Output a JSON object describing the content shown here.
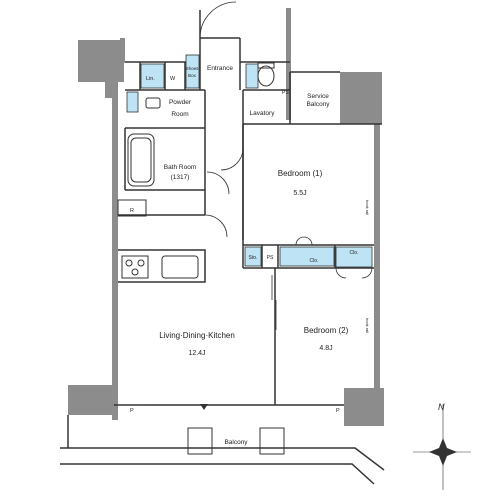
{
  "rooms": {
    "entrance": "Entrance",
    "powder_room": "Powder\nRoom",
    "bath_room": "Bath Room\n(1317)",
    "lavatory": "Lavatory",
    "service_balcony": "Service\nBalcony",
    "bedroom1": "Bedroom (1)",
    "bedroom1_size": "5.5J",
    "bedroom2": "Bedroom (2)",
    "bedroom2_size": "4.8J",
    "ldk": "Living·Dining·Kitchen",
    "ldk_size": "12.4J",
    "balcony": "Balcony"
  },
  "small_labels": {
    "lin": "Lin.",
    "w": "W",
    "shoes_box": "Shoes\nBox",
    "r": "R",
    "ps_lavatory": "PS",
    "sto": "Sto.",
    "ps_bedroom": "PS",
    "clo1": "Clo.",
    "clo2": "Clo.",
    "p_left": "P",
    "p_right": "P",
    "hook_rail1": "hook rail",
    "hook_rail2": "hook rail"
  },
  "compass": {
    "north": "N"
  },
  "colors": {
    "wall": "#8c8c8c",
    "storage": "#bde3f5",
    "line": "#333333"
  }
}
